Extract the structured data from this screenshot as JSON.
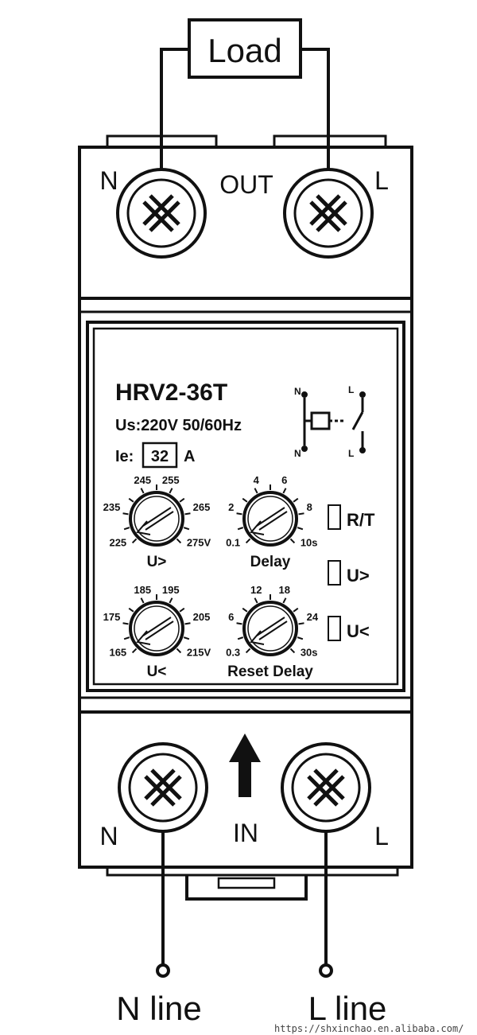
{
  "load_label": "Load",
  "top": {
    "n_label": "N",
    "out_label": "OUT",
    "l_label": "L"
  },
  "bottom": {
    "n_label": "N",
    "in_label": "IN",
    "l_label": "L"
  },
  "panel": {
    "model": "HRV2-36T",
    "supply": "Us:220V 50/60Hz",
    "current_prefix": "Ie:",
    "current_value": "32",
    "current_unit": "A",
    "schematic_labels": [
      "N",
      "L",
      "N",
      "L"
    ]
  },
  "dials": [
    {
      "name": "U>",
      "ticks": [
        "225",
        "235",
        "245",
        "255",
        "265",
        "275V"
      ]
    },
    {
      "name": "Delay",
      "ticks": [
        "0.1",
        "2",
        "4",
        "6",
        "8",
        "10s"
      ]
    },
    {
      "name": "U<",
      "ticks": [
        "165",
        "175",
        "185",
        "195",
        "205",
        "215V"
      ]
    },
    {
      "name": "Reset Delay",
      "ticks": [
        "0.3",
        "6",
        "12",
        "18",
        "24",
        "30s"
      ]
    }
  ],
  "indicators": [
    "R/T",
    "U>",
    "U<"
  ],
  "wires": {
    "n_line": "N line",
    "l_line": "L line"
  },
  "watermark": "https://shxinchao.en.alibaba.com/"
}
